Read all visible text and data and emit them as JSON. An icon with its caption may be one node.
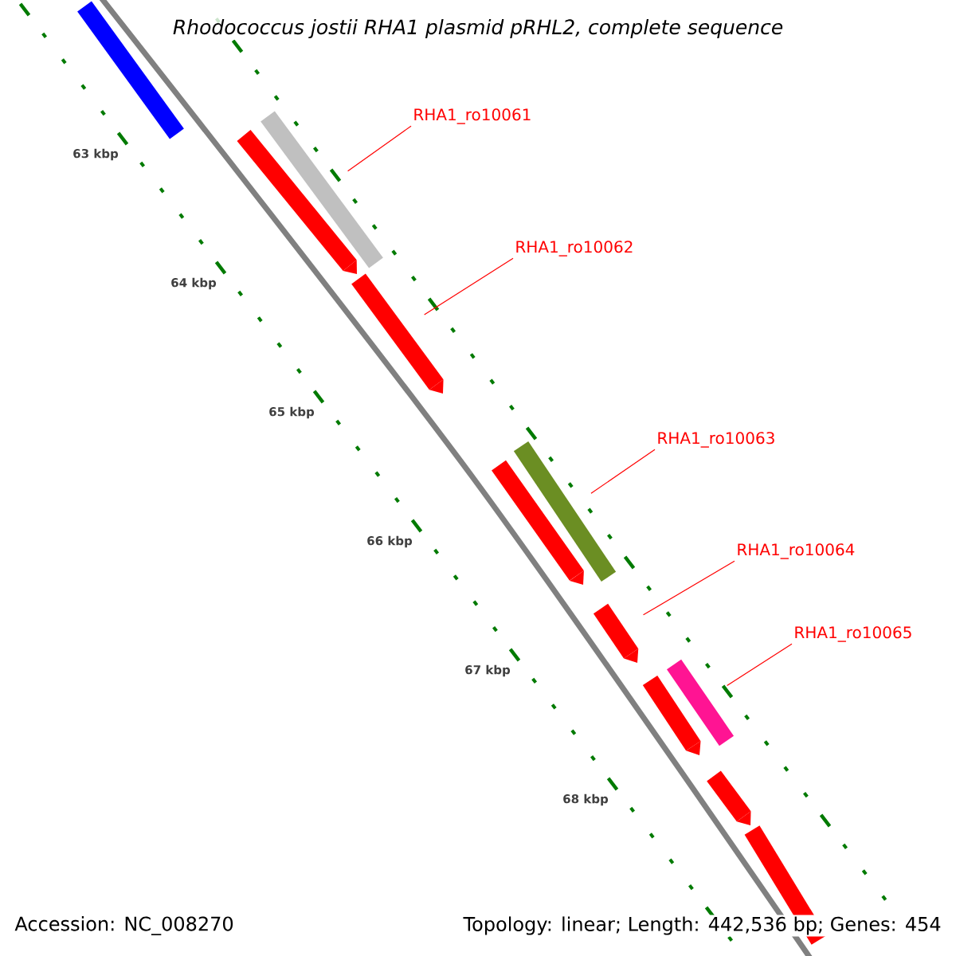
{
  "diagram": {
    "title": "Rhodococcus jostii RHA1 plasmid pRHL2, complete sequence",
    "nodes": [
      {
        "text": [
          "RHA1_ro10061"
        ]
      },
      {
        "text": [
          "RHA1_ro10062"
        ]
      },
      {
        "text": [
          "RHA1_ro10063"
        ]
      },
      {
        "text": [
          "RHA1_ro10064"
        ]
      },
      {
        "text": [
          "RHA1_ro10065"
        ]
      },
      {
        "text": [],
        "shape": "bar"
      },
      {
        "text": [],
        "shape": "bar"
      },
      {
        "text": [],
        "shape": "bar"
      },
      {
        "text": [],
        "shape": "bar"
      },
      {
        "text": [],
        "shape": "bar"
      },
      {
        "text": [],
        "shape": "bar"
      },
      {
        "text": [],
        "shape": "bar"
      },
      {
        "text": [],
        "shape": "bar"
      },
      {
        "text": [],
        "shape": "bar"
      },
      {
        "text": [],
        "shape": "bar"
      },
      {
        "text": [],
        "shape": "bar"
      }
    ],
    "edges": [
      {
        "from": 0,
        "to": 6,
        "arrow": "none"
      },
      {
        "from": 1,
        "to": 8,
        "arrow": "none"
      },
      {
        "from": 2,
        "to": 9,
        "arrow": "none"
      },
      {
        "from": 3,
        "to": 11,
        "arrow": "none"
      },
      {
        "from": 4,
        "to": 12,
        "arrow": "none"
      }
    ],
    "labels": [
      "63 kbp",
      "64 kbp",
      "65 kbp",
      "66 kbp",
      "67 kbp",
      "68 kbp",
      "Accession: NC_008270",
      "Topology: linear; Length: 442,536 bp; Genes: 454"
    ]
  }
}
